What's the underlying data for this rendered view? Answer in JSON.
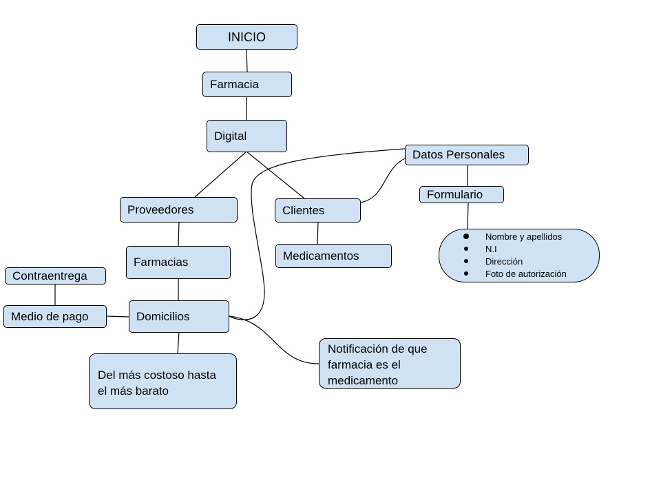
{
  "nodes": {
    "inicio": "INICIO",
    "farmacia": "Farmacia",
    "digital": "Digital",
    "proveedores": "Proveedores",
    "clientes": "Clientes",
    "datos_personales": "Datos Personales",
    "formulario": "Formulario",
    "medicamentos": "Medicamentos",
    "farmacias": "Farmacias",
    "contraentrega": "Contraentrega",
    "medio_de_pago": "Medio de pago",
    "domicilios": "Domicilios",
    "del_mas_costoso": "Del más costoso hasta el más barato",
    "notificacion": "Notificación de que farmacia es el medicamento"
  },
  "form_fields": [
    "Nombre y apellidos",
    "N.I",
    "Dirección",
    "Foto de autorización"
  ],
  "colors": {
    "node_fill": "#cfe2f3",
    "node_border": "#000000",
    "line": "#000000"
  }
}
